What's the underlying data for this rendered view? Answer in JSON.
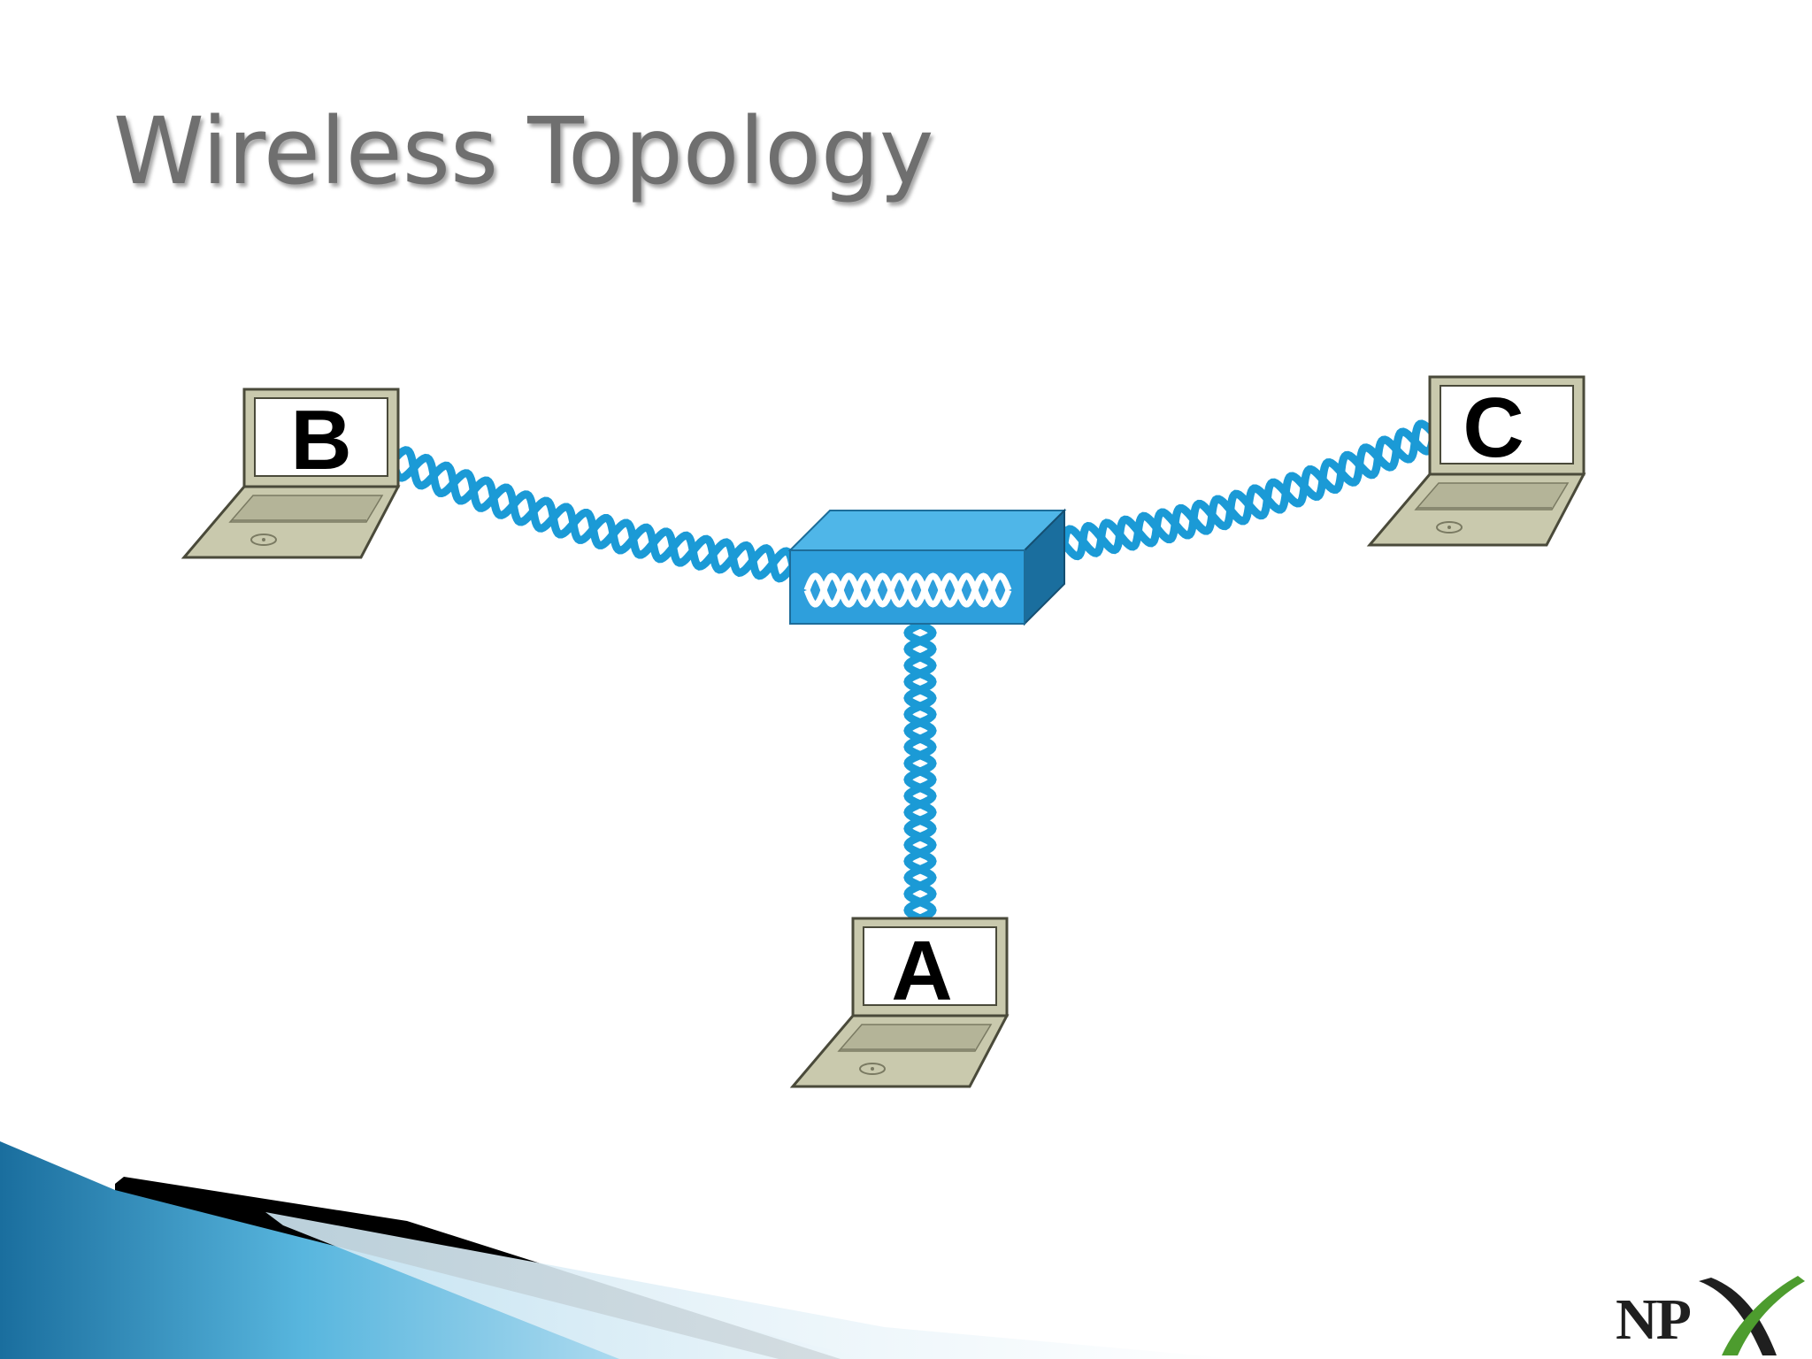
{
  "slide": {
    "title": "Wireless Topology"
  },
  "diagram": {
    "access_point": {
      "label": ""
    },
    "nodes": [
      {
        "id": "A",
        "label": "A"
      },
      {
        "id": "B",
        "label": "B"
      },
      {
        "id": "C",
        "label": "C"
      }
    ],
    "links": [
      {
        "from": "B",
        "to": "access-point"
      },
      {
        "from": "C",
        "to": "access-point"
      },
      {
        "from": "A",
        "to": "access-point"
      }
    ],
    "colors": {
      "wireless_link": "#1b9ad6",
      "access_point_front": "#2e9fdc",
      "access_point_top": "#4fb6e8",
      "access_point_side": "#1a6e9e",
      "laptop_body": "#c9c9ad",
      "laptop_outline": "#4a4a3a"
    }
  },
  "footer": {
    "logo_text": "NP",
    "logo_icon": "x-swoosh-logo",
    "colors": {
      "logo_x": "#4d9c2e",
      "banner": "#2a8fc2"
    }
  }
}
